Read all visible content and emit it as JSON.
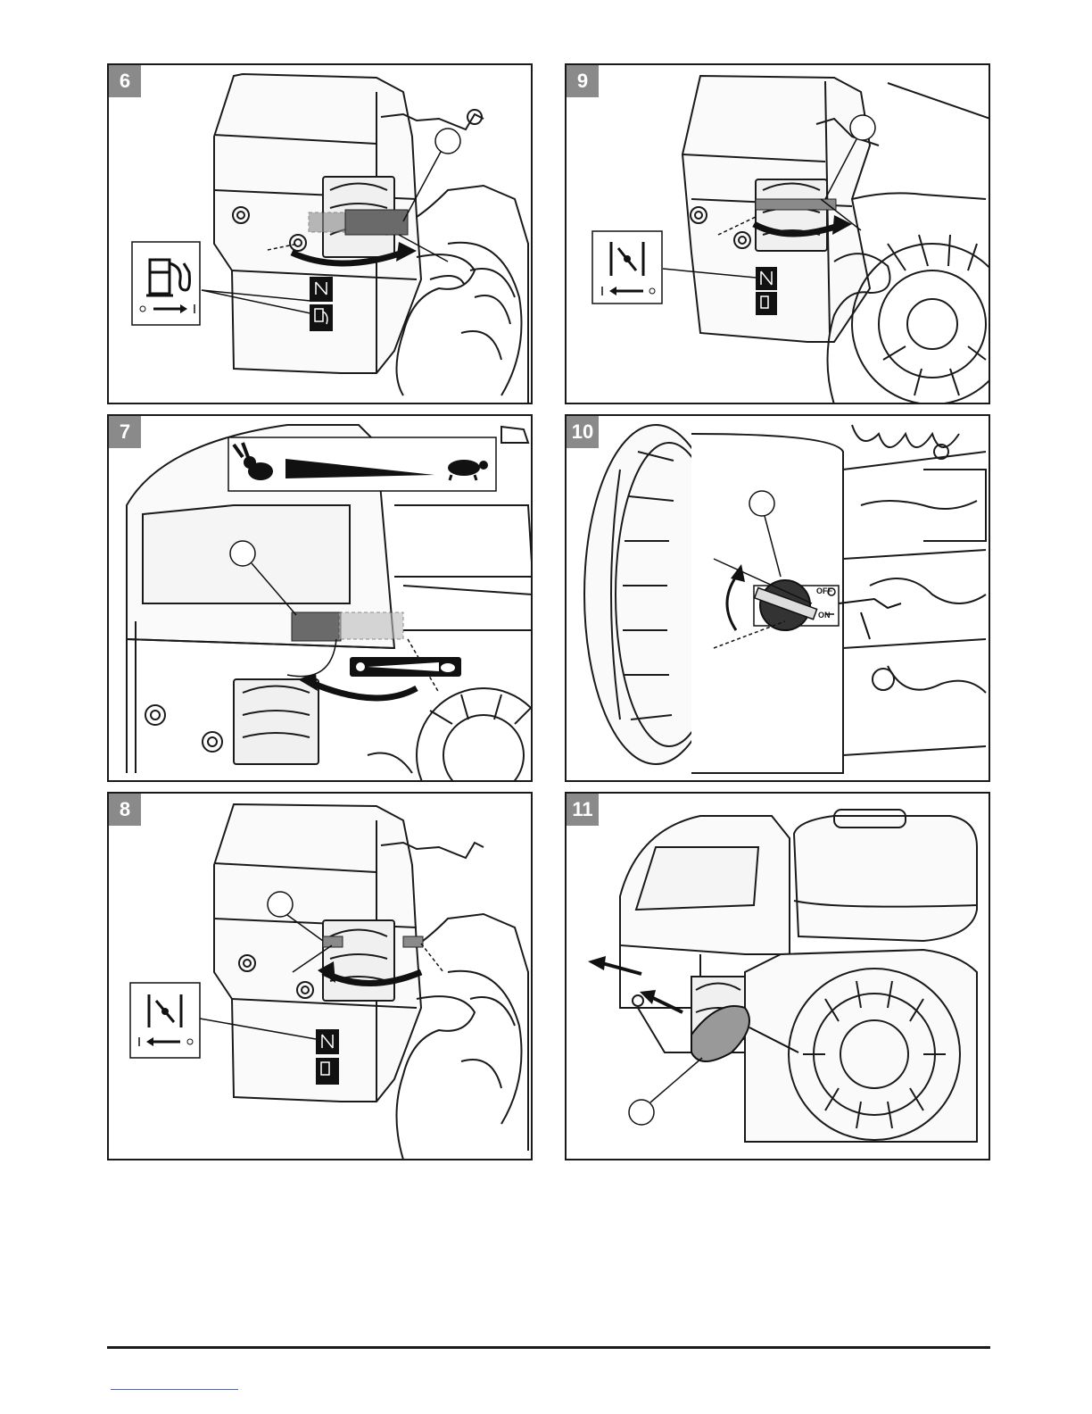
{
  "figures": [
    {
      "id": "fig6",
      "number": "6"
    },
    {
      "id": "fig9",
      "number": "9"
    },
    {
      "id": "fig7",
      "number": "7"
    },
    {
      "id": "fig10",
      "number": "10",
      "switch_labels": {
        "off": "OFF",
        "on": "ON"
      }
    },
    {
      "id": "fig8",
      "number": "8"
    },
    {
      "id": "fig11",
      "number": "11"
    }
  ],
  "icons": {
    "fuel": "fuel-pump-icon",
    "choke": "choke-icon",
    "fast": "rabbit-icon",
    "slow": "turtle-icon"
  },
  "colors": {
    "border": "#1a1a1a",
    "badge": "#8a8a8a",
    "highlight": "#7a7a7a",
    "link": "#4a62c8"
  }
}
